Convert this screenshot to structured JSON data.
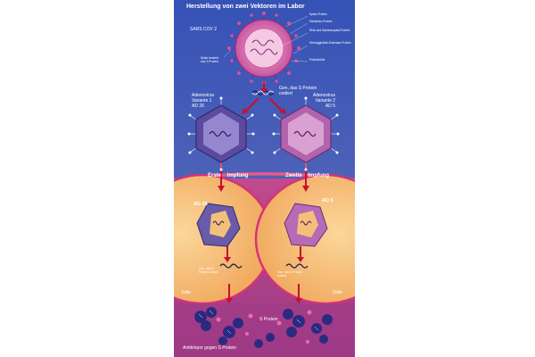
{
  "title": "Herstellung von zwei Vektoren im Labor",
  "virus": {
    "name": "SARS COV 2",
    "labels": [
      "Spike-Protein",
      "Membran-Protein",
      "RNA und Nukleokapsid-Protein",
      "Hemagglutinin-Esterase-Protein",
      "Proteinhülle"
    ],
    "spike_note": "Spike besteht aus S Protein"
  },
  "gene_label": "Gen, das S Protein codiert",
  "adenovirus_1": {
    "line1": "Adenovirus",
    "line2": "Variante 1",
    "line3": "AD 26"
  },
  "adenovirus_2": {
    "line1": "Adenovirus",
    "line2": "Variante 2",
    "line3": "AD 5"
  },
  "vaccination_1": {
    "word1": "Erste",
    "word2": "Impfung"
  },
  "vaccination_2": {
    "word1": "Zweite",
    "word2": "Impfung"
  },
  "cell_left": {
    "virus": "AD 26",
    "gene": "Gen, das S Protein codiert",
    "cell": "Zelle"
  },
  "cell_right": {
    "virus": "AD 5",
    "gene": "Gen, das S Protein codiert",
    "cell": "Zelle"
  },
  "protein_label": "S Protein",
  "antibody_label": "Antikörper gegen S Protein",
  "colors": {
    "sky_top": "#3a55b8",
    "sky_bottom": "#7c5ab0",
    "cell_fill": "#f7bf73",
    "cell_edge": "#d9357c",
    "arrow": "#c8102e",
    "virus_pink": "#d46fb0",
    "ad26": "#6a52a8",
    "ad5": "#b96bb8",
    "antibody": "#2a2a80"
  }
}
